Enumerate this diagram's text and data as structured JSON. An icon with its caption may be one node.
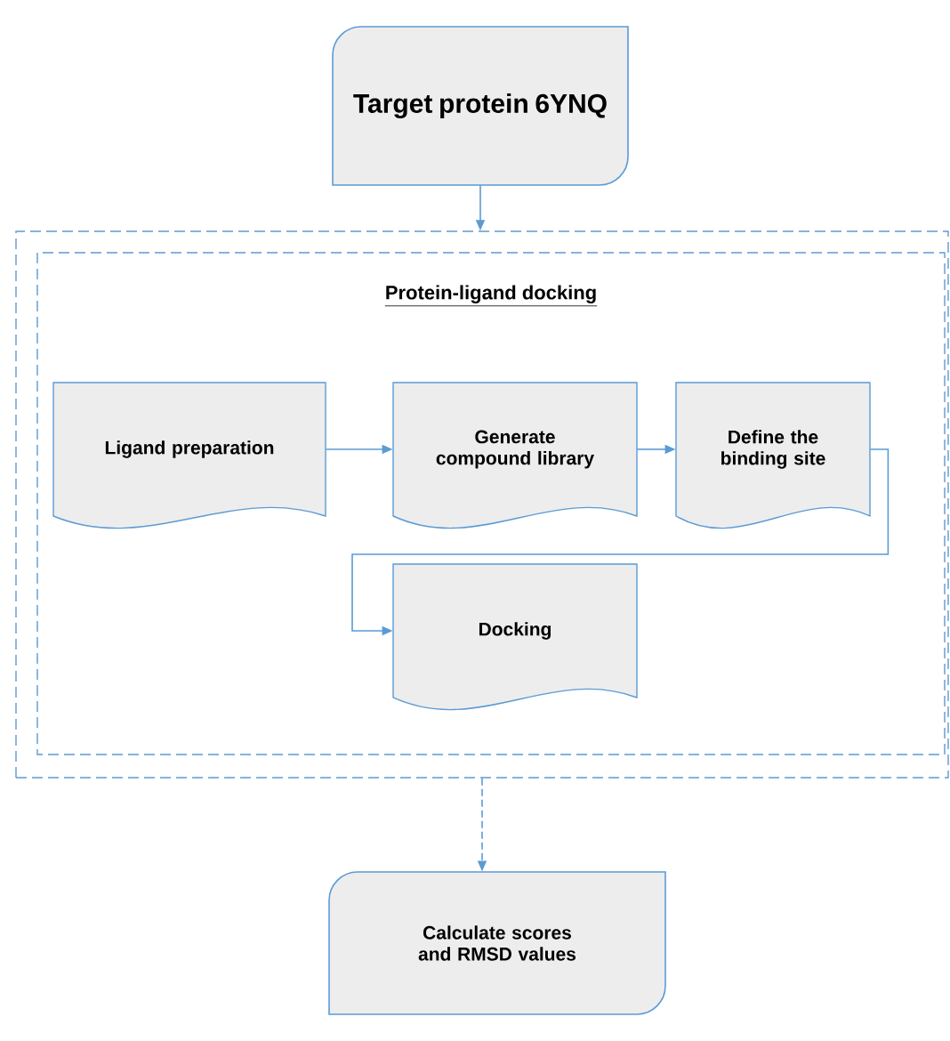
{
  "diagram": {
    "nodes": [
      {
        "text": [
          "Target protein 6YNQ"
        ]
      },
      {
        "text": [],
        "shape": "box"
      },
      {
        "text": [
          "Protein-ligand docking"
        ],
        "in": 1
      },
      {
        "text": [
          "Ligand preparation"
        ],
        "in": 2
      },
      {
        "text": [
          "Generate compound library"
        ],
        "in": 2
      },
      {
        "text": [
          "Define the binding site"
        ],
        "in": 2
      },
      {
        "text": [
          "Docking"
        ],
        "in": 2
      },
      {
        "text": [
          "Calculate scores and RMSD values"
        ]
      }
    ],
    "edges": [
      {
        "from": 0,
        "to": 1,
        "arrow": "to"
      },
      {
        "from": 3,
        "to": 4,
        "arrow": "to"
      },
      {
        "from": 4,
        "to": 5,
        "arrow": "to"
      },
      {
        "from": 5,
        "to": 6,
        "arrow": "to"
      },
      {
        "from": 1,
        "to": 7,
        "arrow": "to",
        "style": "dashed"
      }
    ]
  }
}
